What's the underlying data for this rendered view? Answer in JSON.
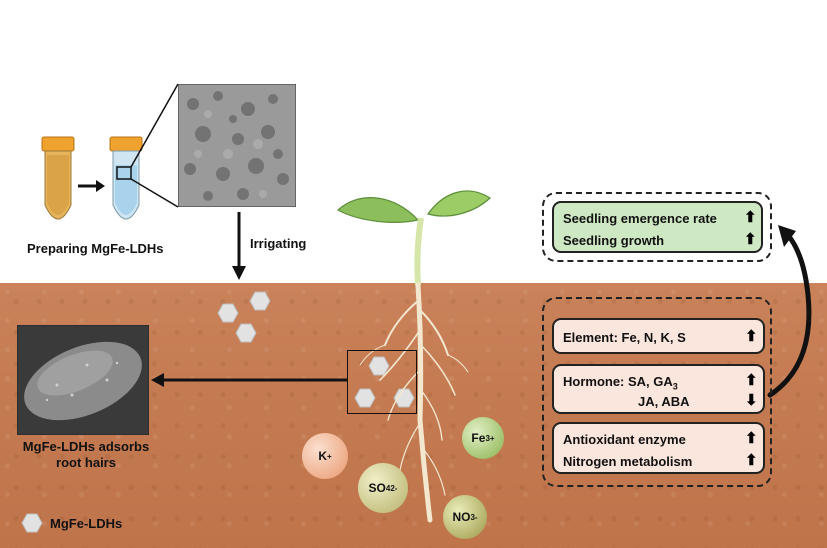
{
  "labels": {
    "preparing": "Preparing MgFe-LDHs",
    "irrigating": "Irrigating",
    "adsorbs_line1": "MgFe-LDHs adsorbs",
    "adsorbs_line2": "root hairs",
    "legend": "MgFe-LDHs"
  },
  "outcomes": {
    "emergence": "Seedling emergence rate",
    "growth": "Seedling growth"
  },
  "effects": {
    "element": "Element: Fe, N, K, S",
    "hormone_line1_prefix": "Hormone: SA, GA",
    "hormone_line1_sub": "3",
    "hormone_line2": "JA, ABA",
    "antioxidant": "Antioxidant enzyme",
    "nitrogen": "Nitrogen metabolism"
  },
  "ions": {
    "k": {
      "base": "K",
      "sup": "+"
    },
    "fe": {
      "base": "Fe",
      "sup": "3+"
    },
    "so4": {
      "base": "SO",
      "sub": "4",
      "sup": "2-"
    },
    "no3": {
      "base": "NO",
      "sub": "3",
      "sup": "-"
    }
  },
  "arrows": {
    "up": "⬆",
    "down": "⬇"
  },
  "colors": {
    "soil": "#c57b52",
    "green_box": "#cfe8c4",
    "pink_box": "#fbe6dd",
    "leaf": "#8cbf5c"
  }
}
